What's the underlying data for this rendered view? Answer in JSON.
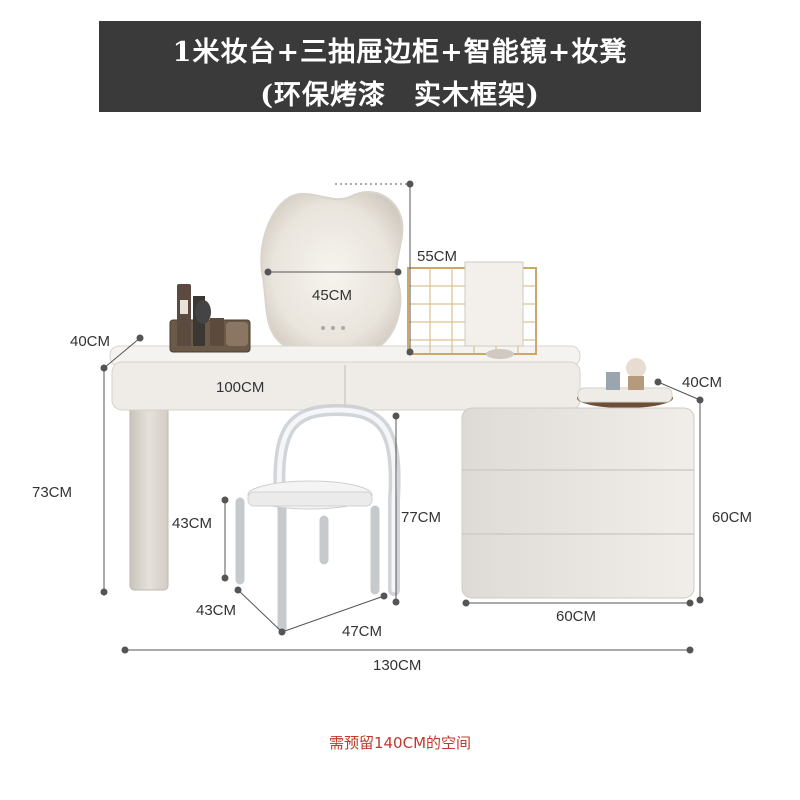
{
  "title": {
    "line1": "1米妆台+三抽屉边柜+智能镜+妆凳",
    "line2": "(环保烤漆　实木框架)"
  },
  "dimensions": {
    "mirror_width": "45CM",
    "mirror_height": "55CM",
    "desk_depth": "40CM",
    "desk_length": "100CM",
    "desk_height": "73CM",
    "stool_seat_height": "43CM",
    "stool_total_height": "77CM",
    "stool_depth": "43CM",
    "stool_width": "47CM",
    "cabinet_depth": "40CM",
    "cabinet_height": "60CM",
    "cabinet_width": "60CM",
    "total_length": "130CM"
  },
  "note": "需预留140CM的空间"
}
